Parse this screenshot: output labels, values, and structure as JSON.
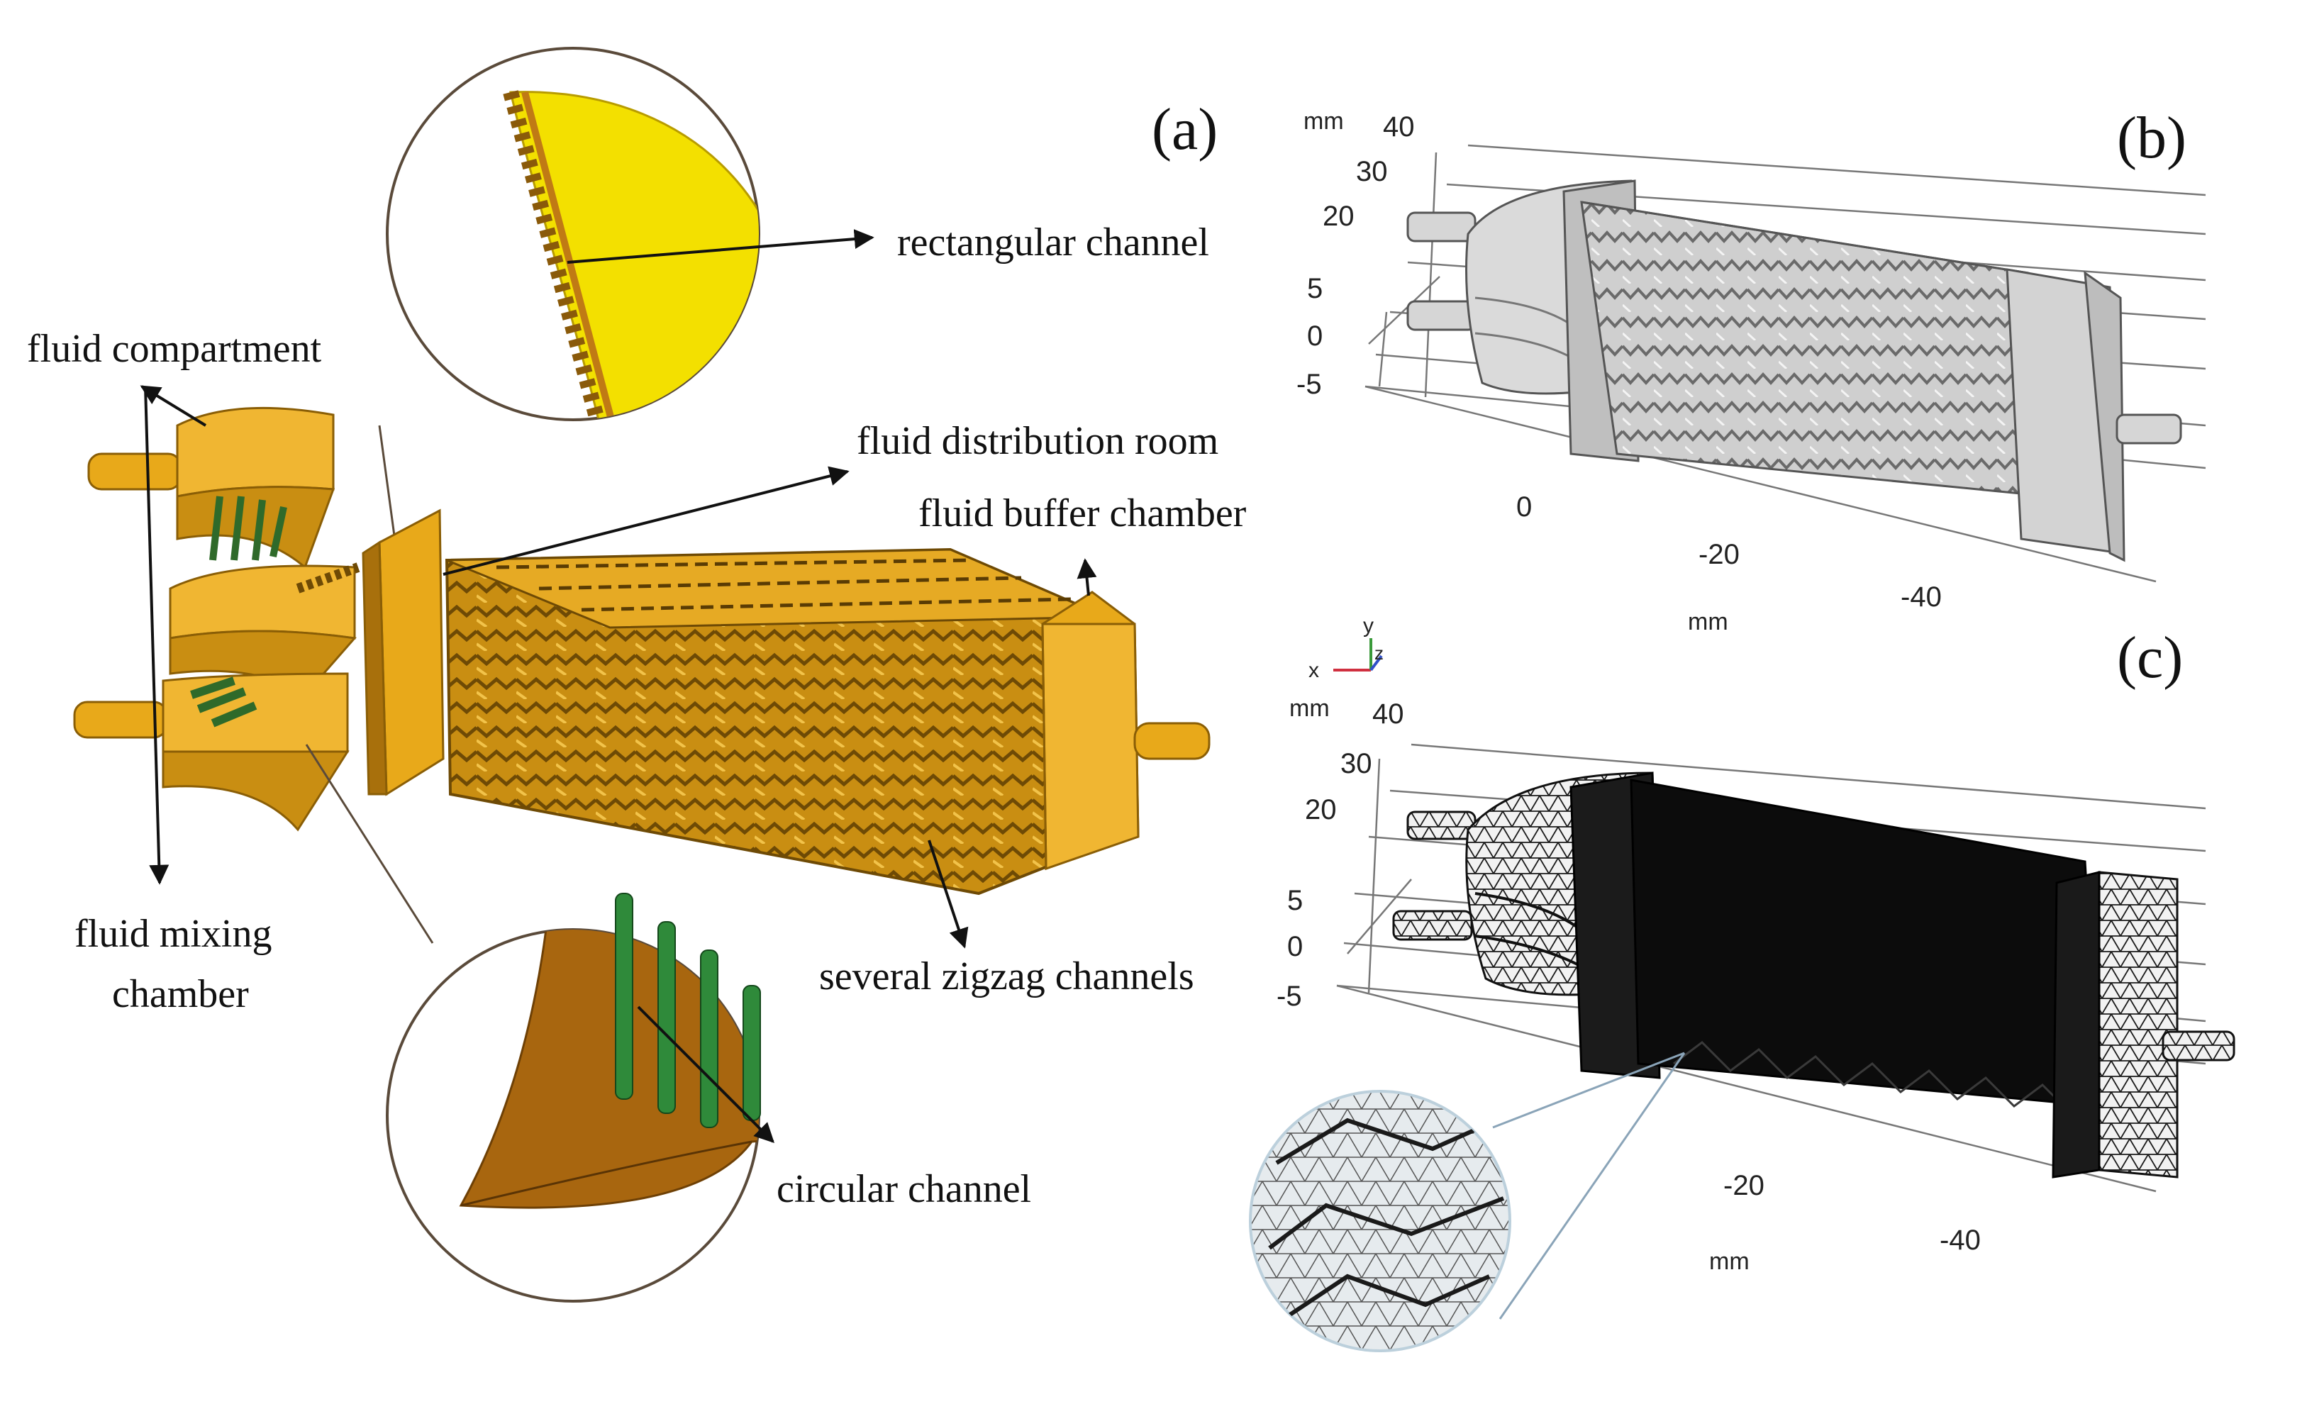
{
  "panel_a": {
    "tag": "(a)",
    "labels": {
      "rectangular_channel": "rectangular channel",
      "fluid_compartment": "fluid compartment",
      "fluid_distribution_room": "fluid distribution room",
      "fluid_buffer_chamber": "fluid buffer chamber",
      "fluid_mixing_chamber_line1": "fluid mixing",
      "fluid_mixing_chamber_line2": "chamber",
      "several_zigzag_channels": "several zigzag channels",
      "circular_channel": "circular channel"
    },
    "colors": {
      "body": "#e8a91a",
      "body_dark": "#9c6a0a",
      "insert_yellow": "#f3e000",
      "insert_brown": "#a8660f",
      "holes": "#2f8a3a"
    }
  },
  "panel_b": {
    "tag": "(b)",
    "axis_unit_top": "mm",
    "z_ticks": [
      "40",
      "30",
      "20",
      "5",
      "0",
      "-5"
    ],
    "x_ticks": [
      "0",
      "-20",
      "-40"
    ],
    "x_unit": "mm",
    "colors": {
      "body": "#d6d6d6",
      "edge": "#555555"
    }
  },
  "panel_c": {
    "tag": "(c)",
    "triad": {
      "x": "x",
      "y": "y",
      "z": "z"
    },
    "axis_unit_top": "mm",
    "z_ticks": [
      "40",
      "30",
      "20",
      "5",
      "0",
      "-5"
    ],
    "x_ticks": [
      "-20",
      "-40"
    ],
    "x_unit": "mm",
    "colors": {
      "mesh": "#111111"
    }
  }
}
